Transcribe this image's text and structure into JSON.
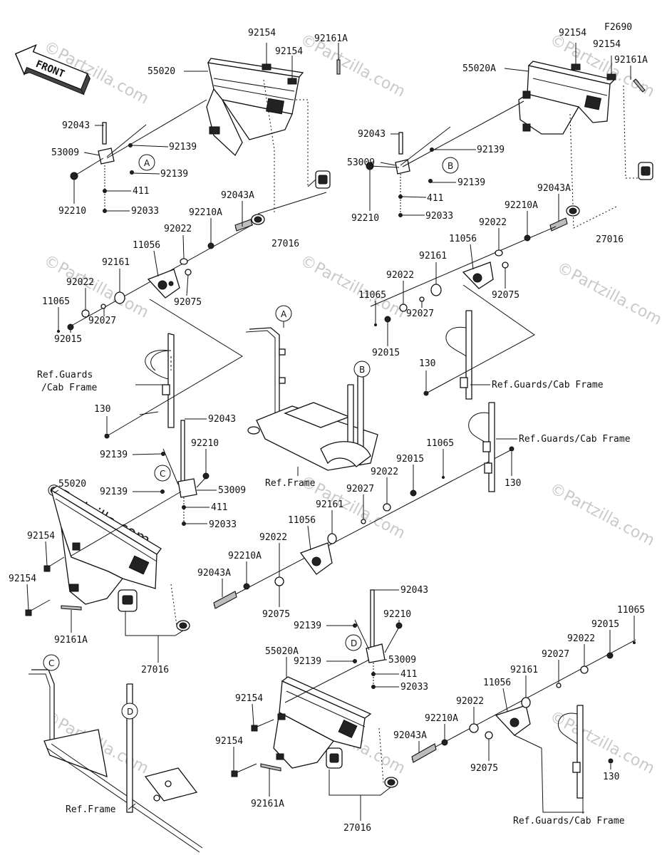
{
  "figure_code": "F2690",
  "front_label": "FRONT",
  "watermark": "©Partzilla.com",
  "refs": {
    "guards": "Ref.Guards/Cab Frame",
    "guards_l1": "Ref.Guards",
    "guards_l2": "/Cab Frame",
    "frame": "Ref.Frame"
  },
  "callouts": {
    "a": "A",
    "b": "B",
    "c": "C",
    "d": "D"
  },
  "parts": {
    "p92154": "92154",
    "p92161A": "92161A",
    "p55020": "55020",
    "p55020A": "55020A",
    "p92043": "92043",
    "p53009": "53009",
    "p92139": "92139",
    "p92210": "92210",
    "p411": "411",
    "p92033": "92033",
    "p92043A": "92043A",
    "p92210A": "92210A",
    "p27016": "27016",
    "p92022": "92022",
    "p11056": "11056",
    "p92161": "92161",
    "p11065": "11065",
    "p92075": "92075",
    "p92027": "92027",
    "p92015": "92015",
    "p130": "130"
  }
}
